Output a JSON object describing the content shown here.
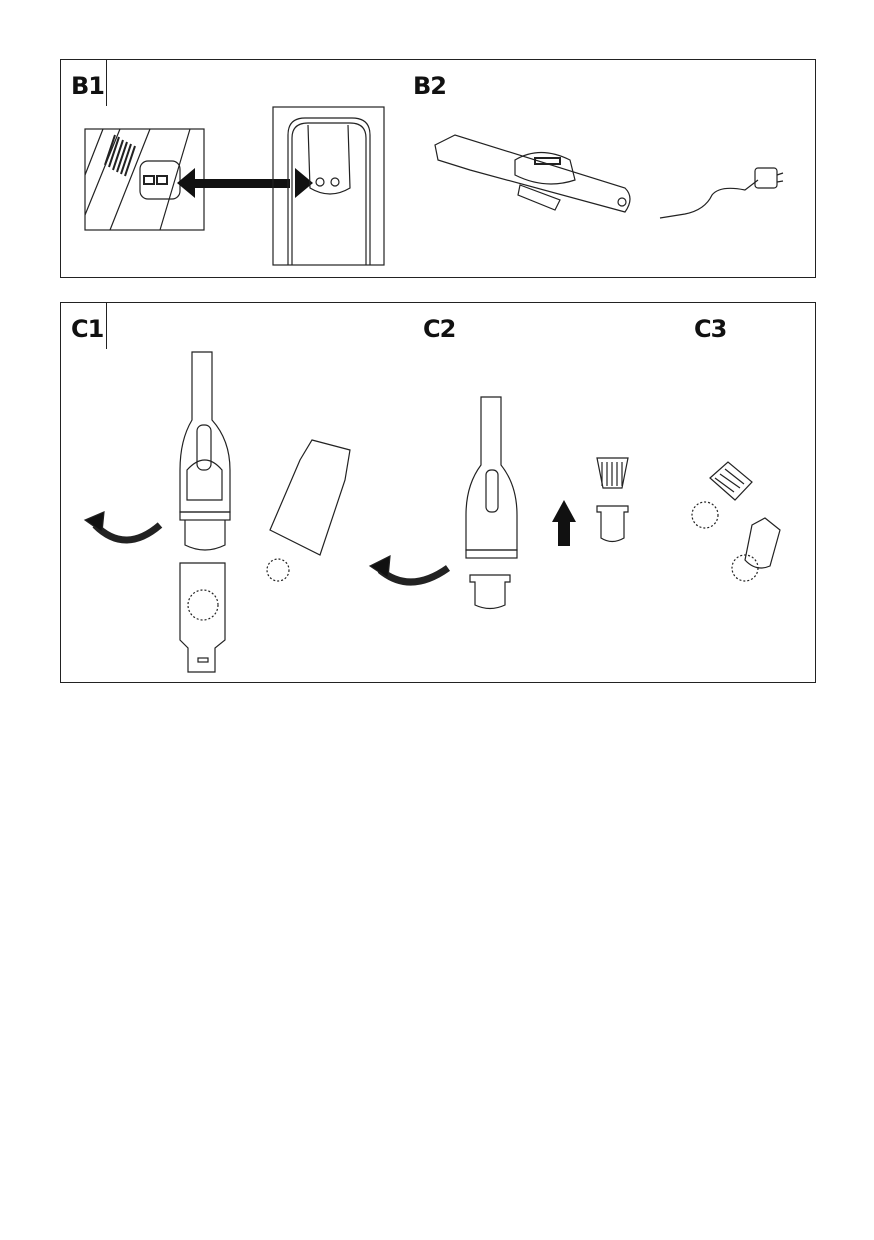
{
  "panel_b": {
    "labels": [
      "B1",
      "B2"
    ]
  },
  "panel_c": {
    "labels": [
      "C1",
      "C2",
      "C3"
    ]
  },
  "colors": {
    "line": "#222222",
    "background": "#ffffff"
  }
}
